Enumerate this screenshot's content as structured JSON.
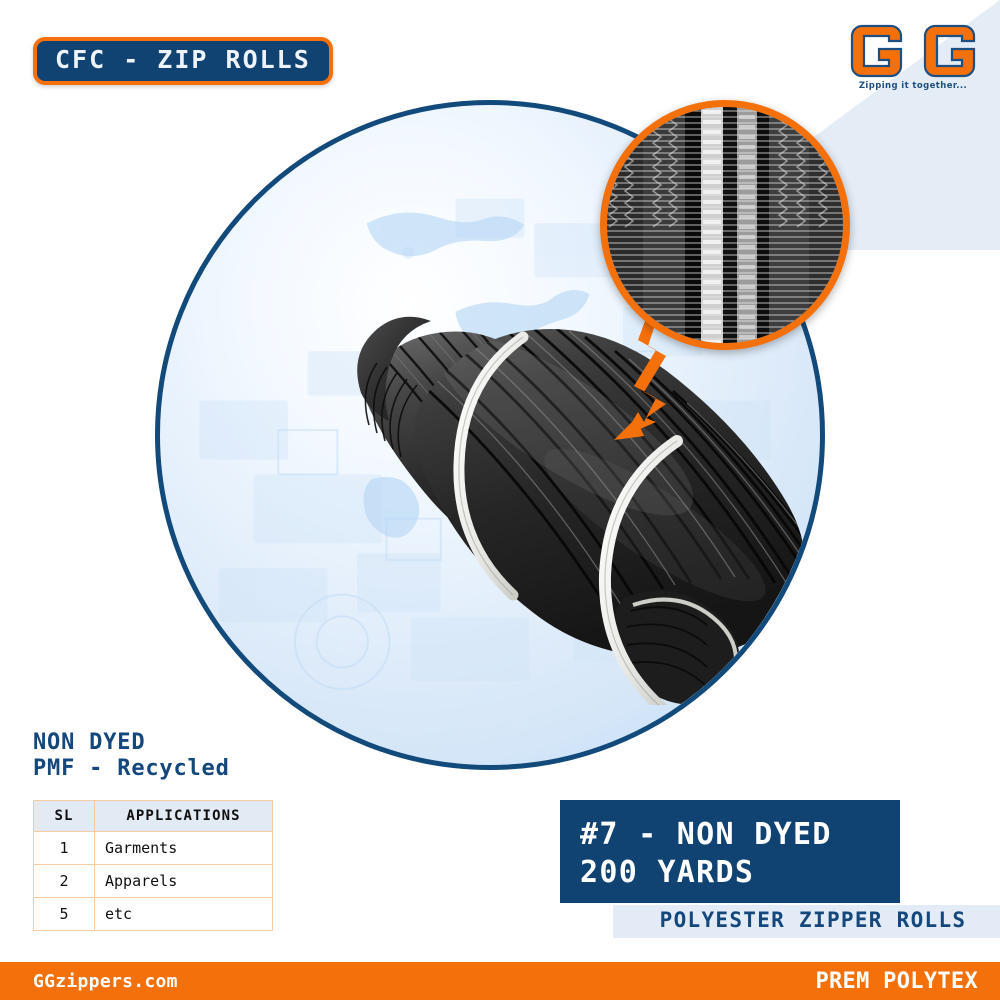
{
  "badge": {
    "label": "CFC - ZIP ROLLS",
    "fill_color": "#104272",
    "border_color": "#f4700a"
  },
  "logo": {
    "mark": "GG",
    "tagline": "Zipping it together...",
    "mark_color": "#f4700a",
    "outline_color": "#1d4f82"
  },
  "showcase": {
    "circle_ring_color": "#134a7c",
    "background_motif": "world-map-tech-blocks",
    "product_alt": "black non-dyed polyester zipper roll bundle with two white tie straps",
    "magnifier": {
      "icon": "magnified-zipper-tape-texture",
      "border_color": "#f4700a",
      "arrow": "zigzag-pointer-arrow"
    }
  },
  "spec": {
    "line1": "NON DYED",
    "line2": "PMF - Recycled",
    "text_color": "#14477c"
  },
  "applications_table": {
    "headers": [
      "SL",
      "APPLICATIONS"
    ],
    "rows": [
      {
        "sl": "1",
        "application": "Garments"
      },
      {
        "sl": "2",
        "application": "Apparels"
      },
      {
        "sl": "5",
        "application": "etc"
      }
    ],
    "header_fill": "#e2eaf4",
    "border_color": "#f6cba4"
  },
  "info_panel": {
    "title_line1": "#7 - NON DYED",
    "title_line2": "200 YARDS",
    "subtitle": "POLYESTER ZIPPER ROLLS",
    "panel_color": "#104272",
    "subtitle_band_color": "#e3ebf6"
  },
  "footer": {
    "website": "GGzippers.com",
    "company": "PREM POLYTEX",
    "bar_color": "#f4700a"
  }
}
